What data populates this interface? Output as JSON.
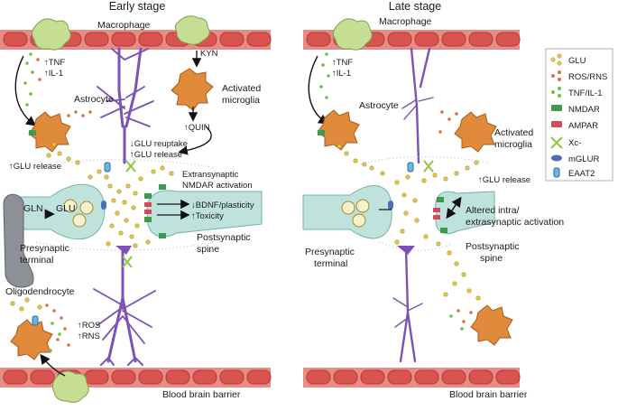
{
  "panels": {
    "early": {
      "title": "Early stage",
      "macrophage": "Macrophage",
      "tnf": "↑TNF",
      "il1": "↑IL-1",
      "kyn": "KYN",
      "activated_l1": "Activated",
      "activated_l2": "microglia",
      "quin": "↑QUIN",
      "astrocyte": "Astrocyte",
      "glu_reuptake": "↓GLU reuptake",
      "glu_release_astro": "↑GLU release",
      "glu_release_left": "↑GLU release",
      "extrasyn_l1": "Extransynaptic",
      "extrasyn_l2": "NMDAR activation",
      "gln": "GLN",
      "glu": "GLU",
      "bdnf": "↓BDNF/plasticity",
      "toxicity": "↑Toxicity",
      "pre_l1": "Presynaptic",
      "pre_l2": "terminal",
      "post_l1": "Postsynaptic",
      "post_l2": "spine",
      "oligodendrocyte": "Oligodendrocyte",
      "ros": "↑ROS",
      "rns": "↑RNS",
      "bbb": "Blood brain barrier"
    },
    "late": {
      "title": "Late stage",
      "macrophage": "Macrophage",
      "tnf": "↑TNF",
      "il1": "↑IL-1",
      "astrocyte": "Astrocyte",
      "activated_l1": "Activated",
      "activated_l2": "microglia",
      "glu_release": "↑GLU release",
      "altered_l1": "Altered intra/",
      "altered_l2": "extrasynaptic activation",
      "pre_l1": "Presynaptic",
      "pre_l2": "terminal",
      "post_l1": "Postsynaptic",
      "post_l2": "spine",
      "bbb": "Blood brain barrier"
    }
  },
  "legend": [
    {
      "label": "GLU",
      "icon": "glu-dot-icon",
      "color": "#e8c84a"
    },
    {
      "label": "ROS/RNS",
      "icon": "ros-rns-dot-icon",
      "color": "#e0703a"
    },
    {
      "label": "TNF/IL-1",
      "icon": "tnf-il1-dot-icon",
      "color": "#6cc04a"
    },
    {
      "label": "NMDAR",
      "icon": "nmdar-icon",
      "color": "#3f9a4f"
    },
    {
      "label": "AMPAR",
      "icon": "ampar-icon",
      "color": "#d24a5a"
    },
    {
      "label": "Xc-",
      "icon": "xc-icon",
      "color": "#8cc63f"
    },
    {
      "label": "mGLUR",
      "icon": "mglur-icon",
      "color": "#4a6fb5"
    },
    {
      "label": "EAAT2",
      "icon": "eaat2-icon",
      "color": "#6ab4e0"
    }
  ],
  "colors": {
    "vessel": "#d9534f",
    "macrophage": "#c6de94",
    "microglia": "#e08a3c",
    "neuron": "#7b52b5",
    "synapse": "#bfe3dc",
    "oligodendrocyte": "#8d9096"
  }
}
